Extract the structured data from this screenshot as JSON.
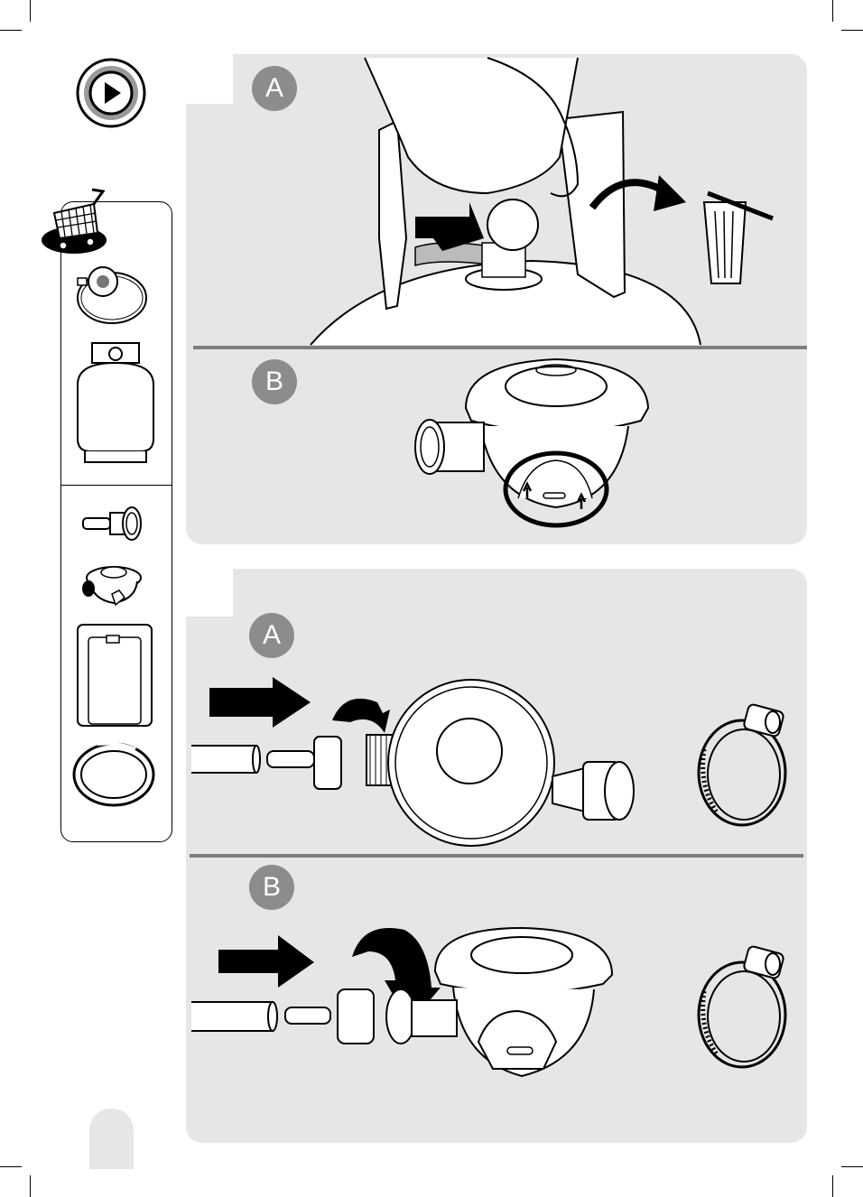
{
  "step1": {
    "panel_a_label": "A",
    "panel_b_label": "B"
  },
  "step2": {
    "panel_a_label": "A",
    "panel_b_label": "B"
  },
  "sidebar": {
    "play_icon": "play-circle-icon",
    "cart_icon": "shopping-cart-icon"
  },
  "colors": {
    "panel_bg": "#e6e6e6",
    "badge_bg": "#8c8c8c",
    "divider": "#7d7d7d",
    "arrow": "#000000"
  }
}
